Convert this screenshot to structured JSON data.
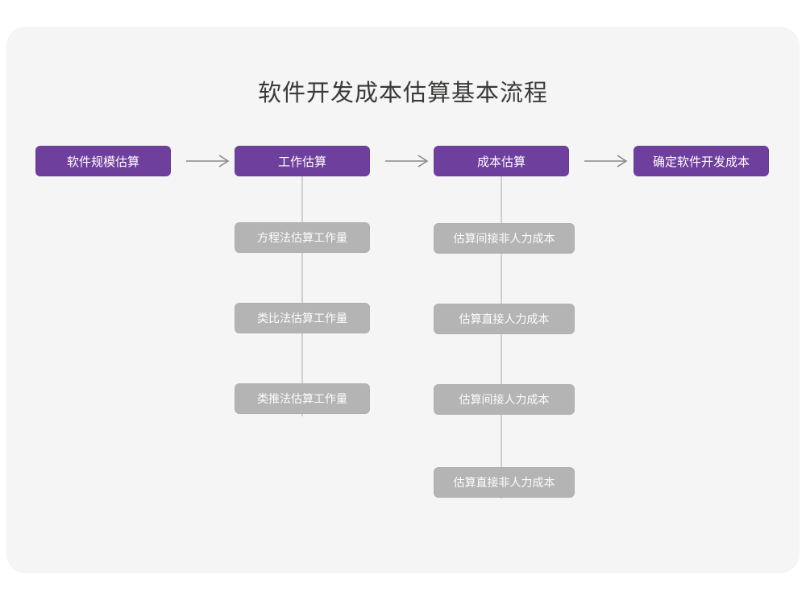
{
  "title": "软件开发成本估算基本流程",
  "colors": {
    "page_background": "#ffffff",
    "card_background": "#f5f5f5",
    "primary_node": "#6f3f9e",
    "sub_node": "#b4b4b4",
    "connector": "#cfcfcf",
    "arrow": "#8a8a8a",
    "title_text": "#3c3a39",
    "node_text": "#ffffff"
  },
  "flow": {
    "stages": [
      {
        "id": "stage-1",
        "label": "软件规模估算",
        "substeps": []
      },
      {
        "id": "stage-2",
        "label": "工作估算",
        "substeps": [
          {
            "label": "方程法估算工作量"
          },
          {
            "label": "类比法估算工作量"
          },
          {
            "label": "类推法估算工作量"
          }
        ]
      },
      {
        "id": "stage-3",
        "label": "成本估算",
        "substeps": [
          {
            "label": "估算间接非人力成本"
          },
          {
            "label": "估算直接人力成本"
          },
          {
            "label": "估算间接人力成本"
          },
          {
            "label": "估算直接非人力成本"
          }
        ]
      },
      {
        "id": "stage-4",
        "label": "确定软件开发成本",
        "substeps": []
      }
    ],
    "connectors": [
      {
        "from": "stage-1",
        "to": "stage-2",
        "icon": "arrow-right-icon"
      },
      {
        "from": "stage-2",
        "to": "stage-3",
        "icon": "arrow-right-icon"
      },
      {
        "from": "stage-3",
        "to": "stage-4",
        "icon": "arrow-right-icon"
      }
    ]
  }
}
